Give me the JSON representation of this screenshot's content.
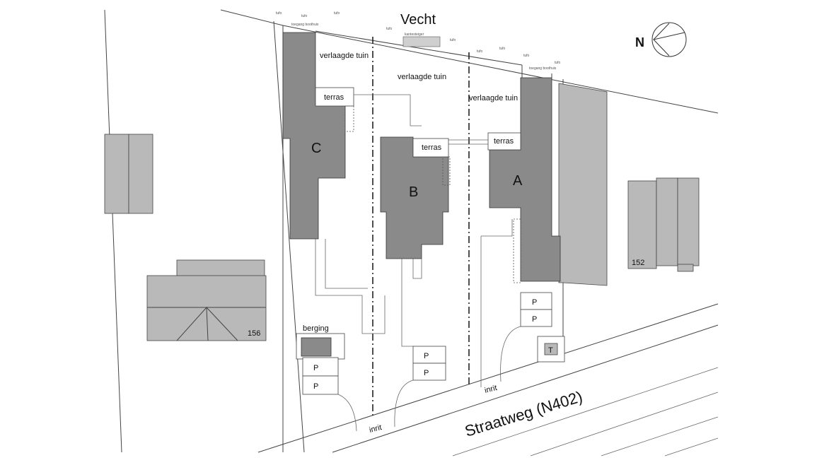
{
  "river": "Vecht",
  "north": "N",
  "road": "Straatweg (N402)",
  "plots": {
    "a": {
      "label": "A",
      "garden": "verlaagde tuin",
      "terrace": "terras"
    },
    "b": {
      "label": "B",
      "garden": "verlaagde tuin",
      "terrace": "terras"
    },
    "c": {
      "label": "C",
      "garden": "verlaagde tuin",
      "terrace": "terras"
    }
  },
  "neighbours": {
    "left": "156",
    "right": "152"
  },
  "labels": {
    "parking": "P",
    "storage": "berging",
    "entrance": "inrit",
    "transformer": "T",
    "boathouse_access": "toegang boothuis",
    "bank": "kantesteiger",
    "tuft": "tufo"
  }
}
